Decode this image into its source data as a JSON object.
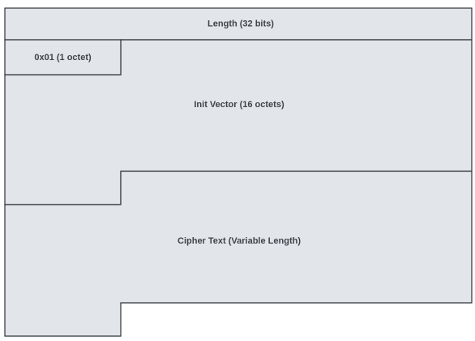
{
  "fields": {
    "length": {
      "label": "Length (32 bits)"
    },
    "version": {
      "label": "0x01 (1 octet)"
    },
    "init_vector": {
      "label": "Init Vector (16 octets)"
    },
    "cipher_text": {
      "label": "Cipher Text (Variable Length)"
    }
  },
  "colors": {
    "field_fill": "#e2e6eb",
    "border": "#2f3338",
    "text": "#3f434a"
  }
}
